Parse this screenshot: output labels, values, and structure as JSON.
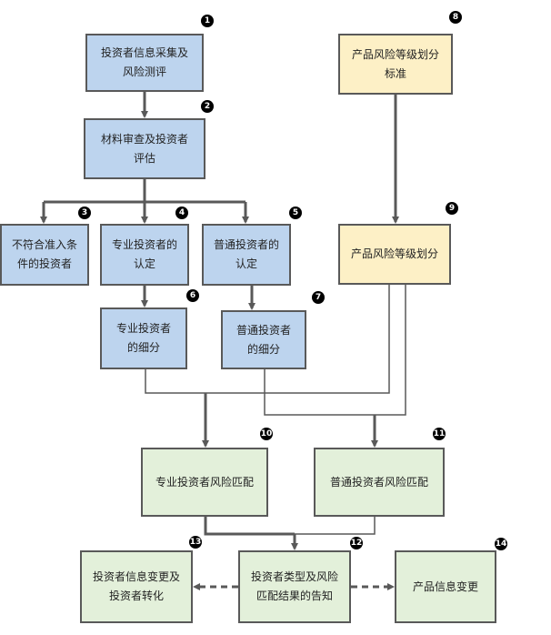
{
  "nodes": {
    "n1": "投资者信息采集及\n风险测评",
    "n2": "材料审查及投资者\n评估",
    "n3": "不符合准入条\n件的投资者",
    "n4": "专业投资者的\n认定",
    "n5": "普通投资者的\n认定",
    "n6": "专业投资者\n的细分",
    "n7": "普通投资者\n的细分",
    "n8": "产品风险等级划分\n标准",
    "n9": "产品风险等级划分",
    "n10": "专业投资者风险匹配",
    "n11": "普通投资者风险匹配",
    "n12": "投资者类型及风险\n匹配结果的告知",
    "n13": "投资者信息变更及\n投资者转化",
    "n14": "产品信息变更"
  },
  "markers": {
    "m1": "1",
    "m2": "2",
    "m3": "3",
    "m4": "4",
    "m5": "5",
    "m6": "6",
    "m7": "7",
    "m8": "8",
    "m9": "9",
    "m10": "10",
    "m11": "11",
    "m12": "12",
    "m13": "13",
    "m14": "14"
  },
  "colors": {
    "blue_fill": "#bdd4ee",
    "yellow_fill": "#fdf0c6",
    "green_fill": "#e3f0da",
    "border": "#595959",
    "connector": "#595959"
  }
}
